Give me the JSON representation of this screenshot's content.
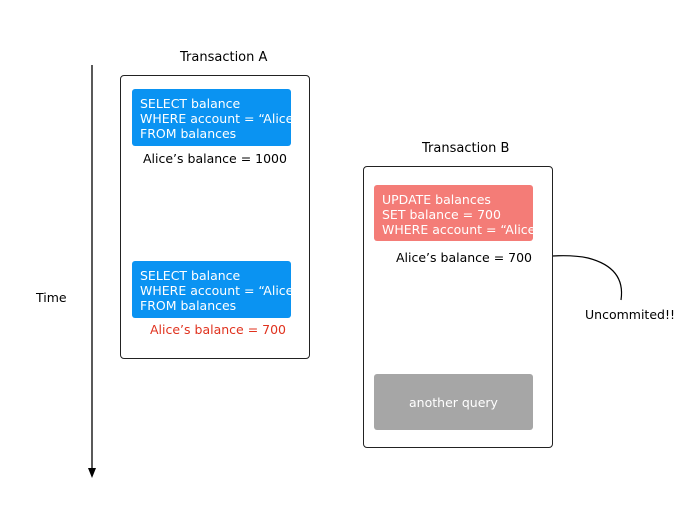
{
  "time_axis": {
    "label": "Time"
  },
  "transaction_a": {
    "title": "Transaction A",
    "query_1": {
      "lines": [
        "SELECT balance",
        "WHERE account = “Alice”",
        "FROM balances"
      ]
    },
    "result_1": "Alice’s balance = 1000",
    "query_2": {
      "lines": [
        "SELECT balance",
        "WHERE account = “Alice”",
        "FROM balances"
      ]
    },
    "result_2": "Alice’s balance = 700"
  },
  "transaction_b": {
    "title": "Transaction B",
    "query_1": {
      "lines": [
        "UPDATE balances",
        "SET balance = 700",
        "WHERE account = “Alice”"
      ]
    },
    "result_1": "Alice’s balance = 700",
    "query_2": {
      "label": "another query"
    }
  },
  "annotation": {
    "text": "Uncommited!!"
  },
  "colors": {
    "select_query": "#0a93f2",
    "update_query": "#f47c77",
    "other_query": "#a6a6a6",
    "dirty_read_text": "#e0321e"
  }
}
